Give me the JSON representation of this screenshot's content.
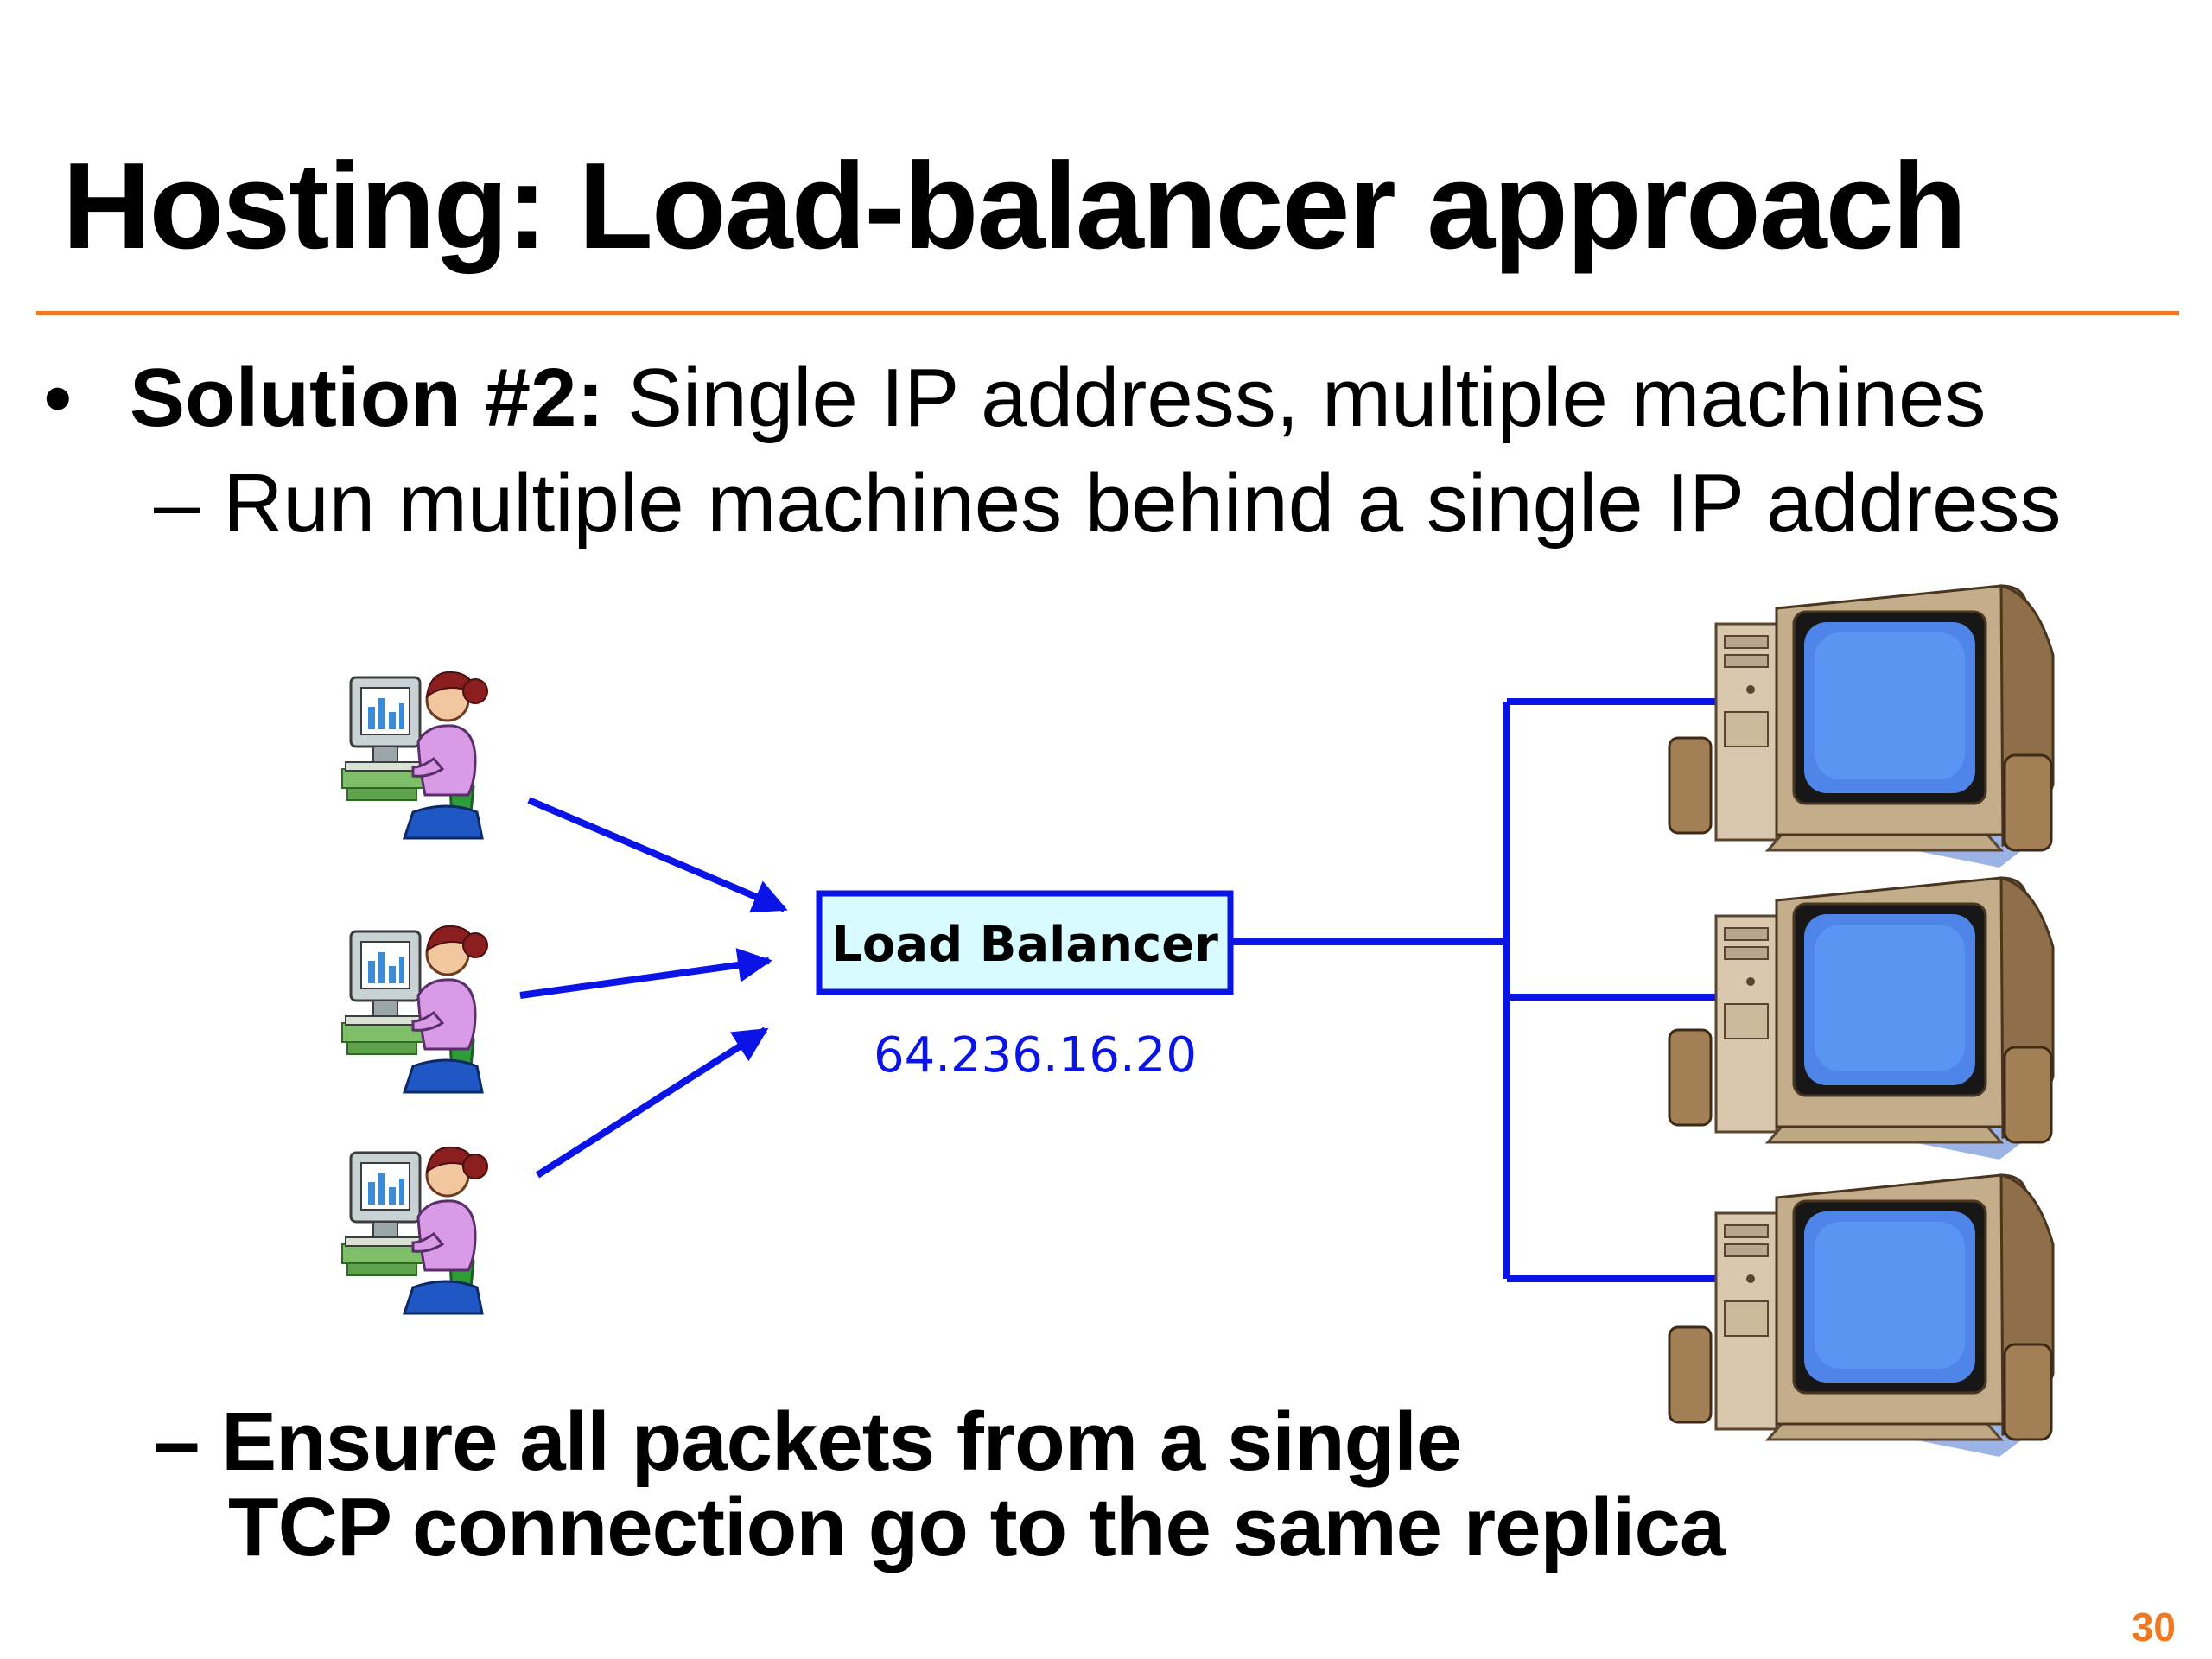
{
  "slide": {
    "title": "Hosting: Load-balancer approach",
    "bullet": {
      "marker": "•",
      "label": "Solution #2:",
      "text": " Single IP address, multiple machines"
    },
    "sub_bullet": "– Run multiple machines behind a single IP address",
    "bottom_bullet": {
      "line1": "– Ensure all packets from a single",
      "line2": "TCP connection go to the same replica"
    },
    "page_number": "30"
  },
  "diagram": {
    "load_balancer": {
      "label": "Load Balancer",
      "ip": "64.236.16.20"
    },
    "clients": [
      "client",
      "client",
      "client"
    ],
    "servers": [
      "server",
      "server",
      "server"
    ],
    "colors": {
      "link": "#0a14e6",
      "lb_fill": "#d8fbff",
      "lb_border": "#0a14e6",
      "accent": "#f07820"
    }
  }
}
